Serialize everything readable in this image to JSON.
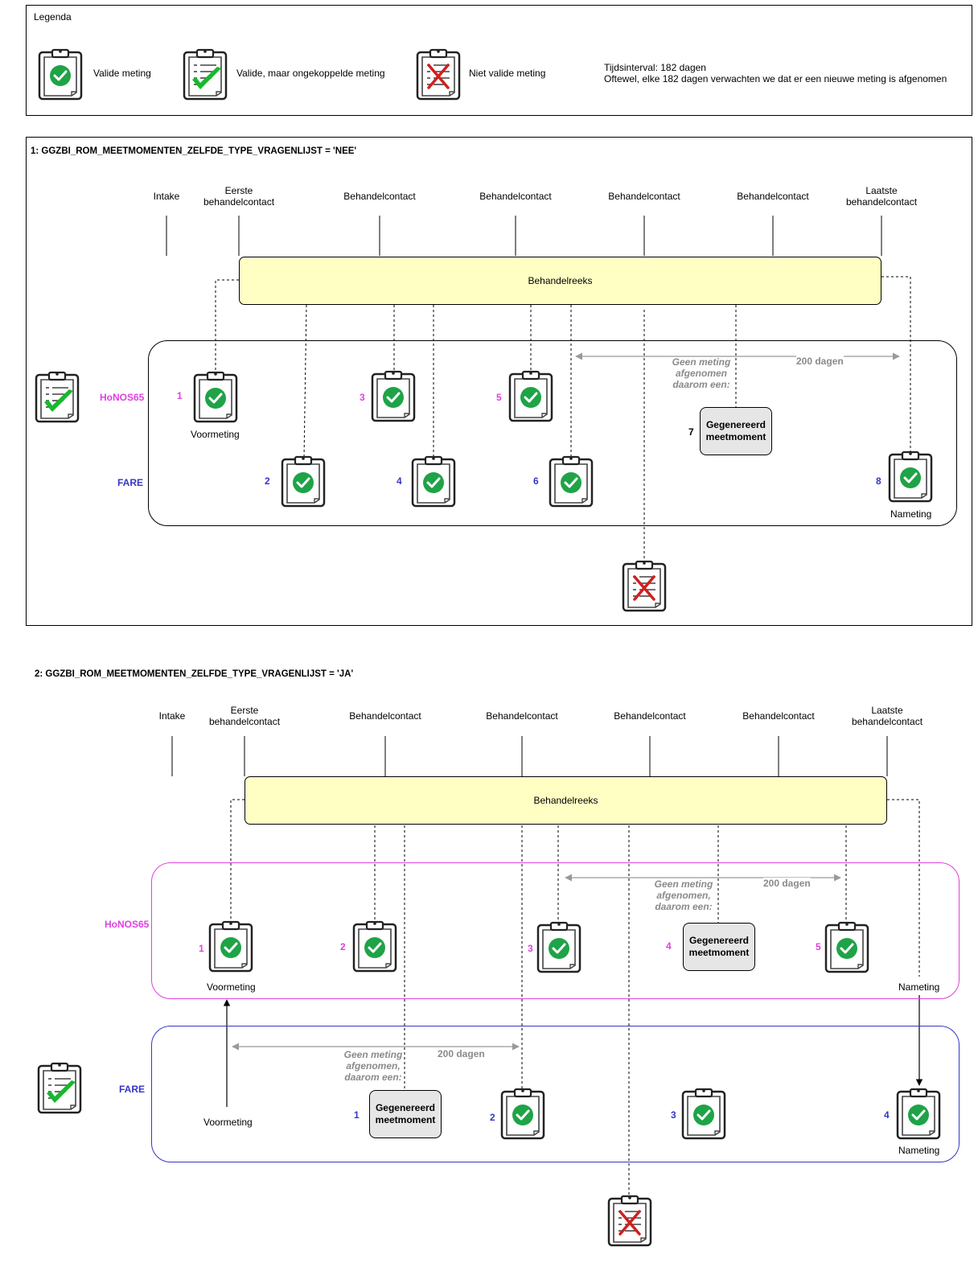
{
  "legend": {
    "title": "Legenda",
    "valid": "Valide meting",
    "unlinked": "Valide, maar ongekoppelde meting",
    "invalid": "Niet valide meting",
    "interval_line1": "Tijdsinterval: 182 dagen",
    "interval_line2": "Oftewel, elke 182 dagen verwachten we dat er een nieuwe meting is afgenomen"
  },
  "timeline": {
    "intake": "Intake",
    "first_l1": "Eerste",
    "first_l2": "behandelcontact",
    "contact": "Behandelcontact",
    "last_l1": "Laatste",
    "last_l2": "behandelcontact",
    "series": "Behandelreeks"
  },
  "scenario1": {
    "title": "1: GGZBI_ROM_MEETMOMENTEN_ZELFDE_TYPE_VRAGENLIJST = 'NEE'",
    "row_hon": "HoNOS65",
    "row_fare": "FARE",
    "nums": [
      "1",
      "2",
      "3",
      "4",
      "5",
      "6",
      "7",
      "8"
    ],
    "voormeting": "Voormeting",
    "nameting": "Nameting",
    "gap_l1": "Geen meting",
    "gap_l2": "afgenomen",
    "gap_l3": "daarom een:",
    "days": "200 dagen",
    "gen_l1": "Gegenereerd",
    "gen_l2": "meetmoment"
  },
  "scenario2": {
    "title": "2: GGZBI_ROM_MEETMOMENTEN_ZELFDE_TYPE_VRAGENLIJST = 'JA'",
    "row_hon": "HoNOS65",
    "row_fare": "FARE",
    "hon_nums": [
      "1",
      "2",
      "3",
      "4",
      "5"
    ],
    "fare_nums": [
      "1",
      "2",
      "3",
      "4"
    ],
    "voormeting": "Voormeting",
    "nameting": "Nameting",
    "gap_l1": "Geen meting",
    "gap_l2": "afgenomen,",
    "gap_l3": "daarom een:",
    "days": "200 dagen",
    "gen_l1": "Gegenereerd",
    "gen_l2": "meetmoment"
  },
  "colors": {
    "honos": "#e040e0",
    "fare": "#3535c8",
    "bar": "#ffffc4",
    "check": "#1fa347",
    "cross": "#d11f1f",
    "generated": "#e6e6e6"
  },
  "icons": [
    "clipboard-valid-icon",
    "clipboard-unlinked-icon",
    "clipboard-invalid-icon"
  ]
}
